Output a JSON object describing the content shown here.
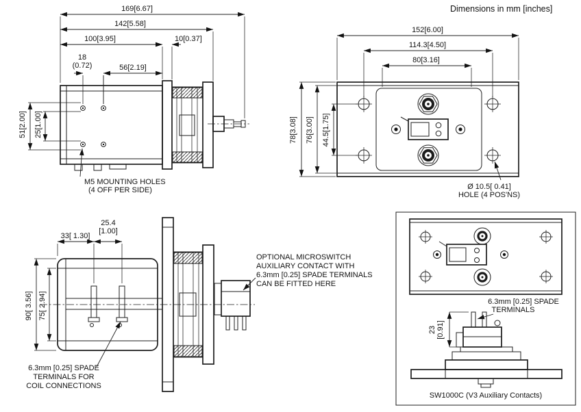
{
  "title_note": "Dimensions in mm [inches]",
  "side_view": {
    "d_169": "169[6.67]",
    "d_142": "142[5.58]",
    "d_100": "100[3.95]",
    "d_10": "10[0.37]",
    "d_18": "18",
    "d_18_in": "(0.72)",
    "d_56": "56[2.19]",
    "d_51": "51[2.00]",
    "d_25": "25[1.00]",
    "note_m5_1": "M5 MOUNTING HOLES",
    "note_m5_2": "(4 OFF PER SIDE)"
  },
  "top_view": {
    "d_152": "152[6.00]",
    "d_114": "114.3[4.50]",
    "d_80": "80[3.16]",
    "d_78": "78[3.08]",
    "d_76": "76[3.00]",
    "d_44": "44.5[1.75]",
    "note_hole_1": "Ø 10.5[ 0.41]",
    "note_hole_2": "HOLE (4 POS'NS)"
  },
  "front_view": {
    "d_254": "25.4",
    "d_254_in": "[1.00]",
    "d_33": "33[ 1.30]",
    "d_90": "90[ 3.56]",
    "d_75": "75[ 2.94]",
    "note_aux_1": "OPTIONAL MICROSWITCH",
    "note_aux_2": "AUXILIARY CONTACT WITH",
    "note_aux_3": "6.3mm [0.25] SPADE TERMINALS",
    "note_aux_4": "CAN BE FITTED HERE",
    "note_coil_1": "6.3mm [0.25] SPADE",
    "note_coil_2": "TERMINALS FOR",
    "note_coil_3": "COIL CONNECTIONS"
  },
  "inset_view": {
    "note_spade_1": "6.3mm [0.25] SPADE",
    "note_spade_2": "TERMINALS",
    "d_23": "23",
    "d_23_in": "[0.91]",
    "caption": "SW1000C (V3 Auxiliary Contacts)"
  }
}
